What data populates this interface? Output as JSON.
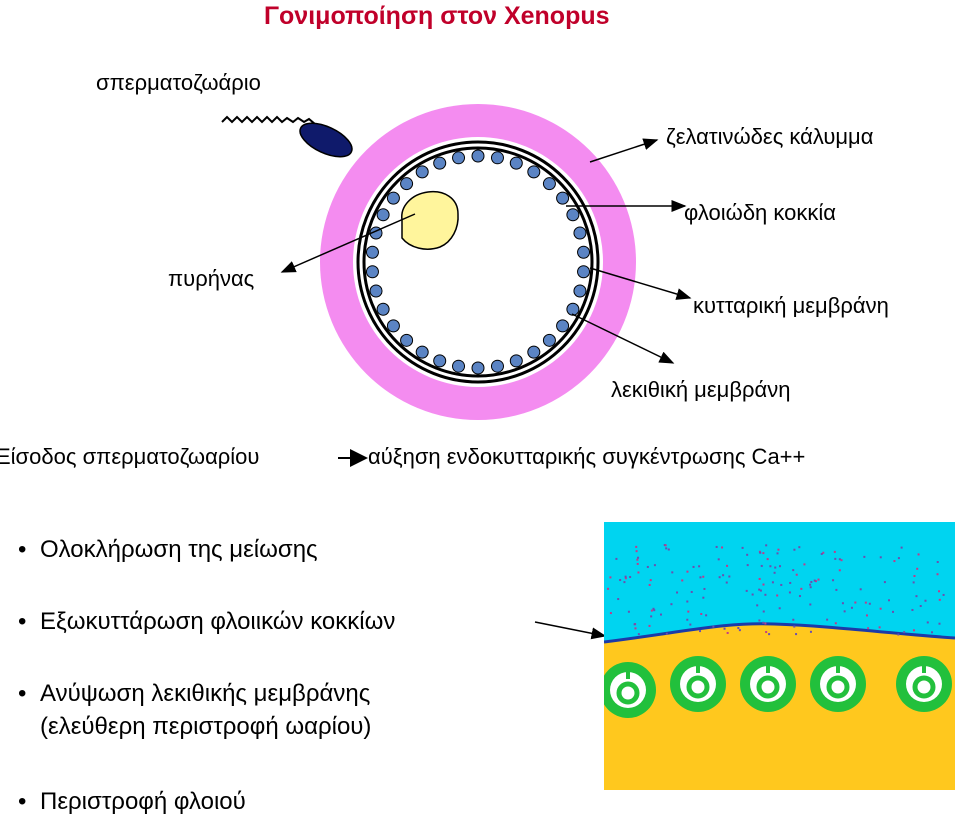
{
  "title": "Γονιμοποίηση στον Xenopus",
  "labels": {
    "sperm": "σπερματοζωάριο",
    "jelly_coat": "ζελατινώδες κάλυμμα",
    "cortical_granules": "φλοιώδη κοκκία",
    "nucleus": "πυρήνας",
    "cell_membrane": "κυτταρική μεμβράνη",
    "vitelline_membrane": "λεκιθική μεμβράνη"
  },
  "sequence": {
    "left": "Είσοδος σπερματοζωαρίου",
    "right": "αύξηση ενδοκυτταρικής συγκέντρωσης Ca++"
  },
  "bullets": [
    "Ολοκλήρωση της μείωσης",
    "Εξωκυττάρωση φλοιικών κοκκίων",
    "Ανύψωση λεκιθικής μεμβράνης",
    "(ελεύθερη περιστροφή ωαρίου)",
    "Περιστροφή φλοιού"
  ],
  "colors": {
    "title": "#c0002a",
    "jelly": "#f48cf0",
    "granule": "#5b84c4",
    "nucleus": "#fff59c",
    "sperm": "#0f1a6b",
    "inset_water": "#00d4f0",
    "inset_cytoplasm": "#ffc81e",
    "inset_granule_ring": "#22c03c",
    "inset_membrane": "#1c3aa8"
  }
}
